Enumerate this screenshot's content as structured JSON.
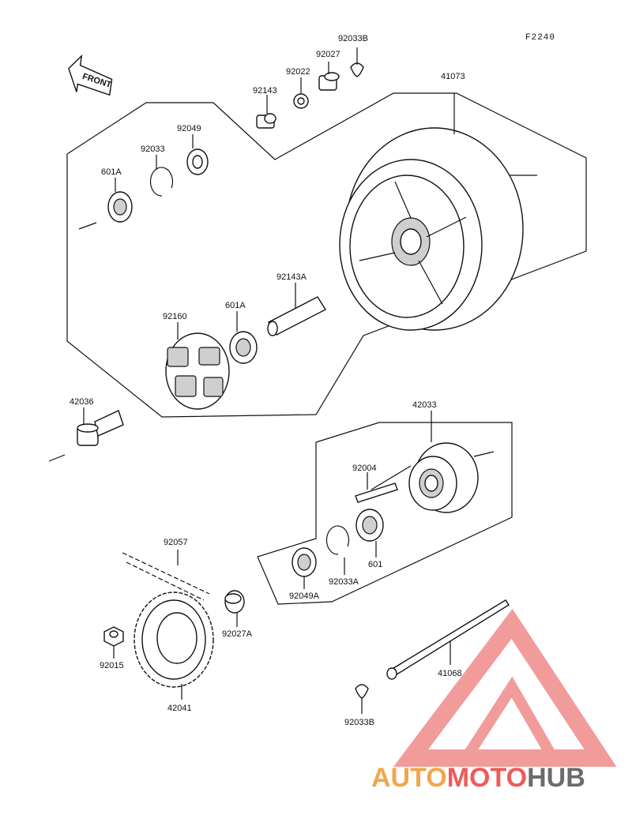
{
  "diagram": {
    "ref_code": "F2240",
    "front_label": "FRONT",
    "parts": {
      "p92033B_top": "92033B",
      "p92027": "92027",
      "p92022": "92022",
      "p92143": "92143",
      "p41073": "41073",
      "p92049": "92049",
      "p92033": "92033",
      "p601A_top": "601A",
      "p92143A": "92143A",
      "p92160": "92160",
      "p601A_mid": "601A",
      "p42036": "42036",
      "p42033": "42033",
      "p92004": "92004",
      "p92057": "92057",
      "p601": "601",
      "p92049A": "92049A",
      "p92033A": "92033A",
      "p92027A": "92027A",
      "p92015": "92015",
      "p41068": "41068",
      "p42041": "42041",
      "p92033B_bot": "92033B"
    }
  },
  "watermark": {
    "text_part1": "AUTO",
    "text_part2": "MOTO",
    "text_part3": "HUB",
    "color_orange": "#f3a54a",
    "color_red": "#ee5a5a",
    "color_gray": "#6b6b6b",
    "logo_color": "#f08a8a"
  }
}
